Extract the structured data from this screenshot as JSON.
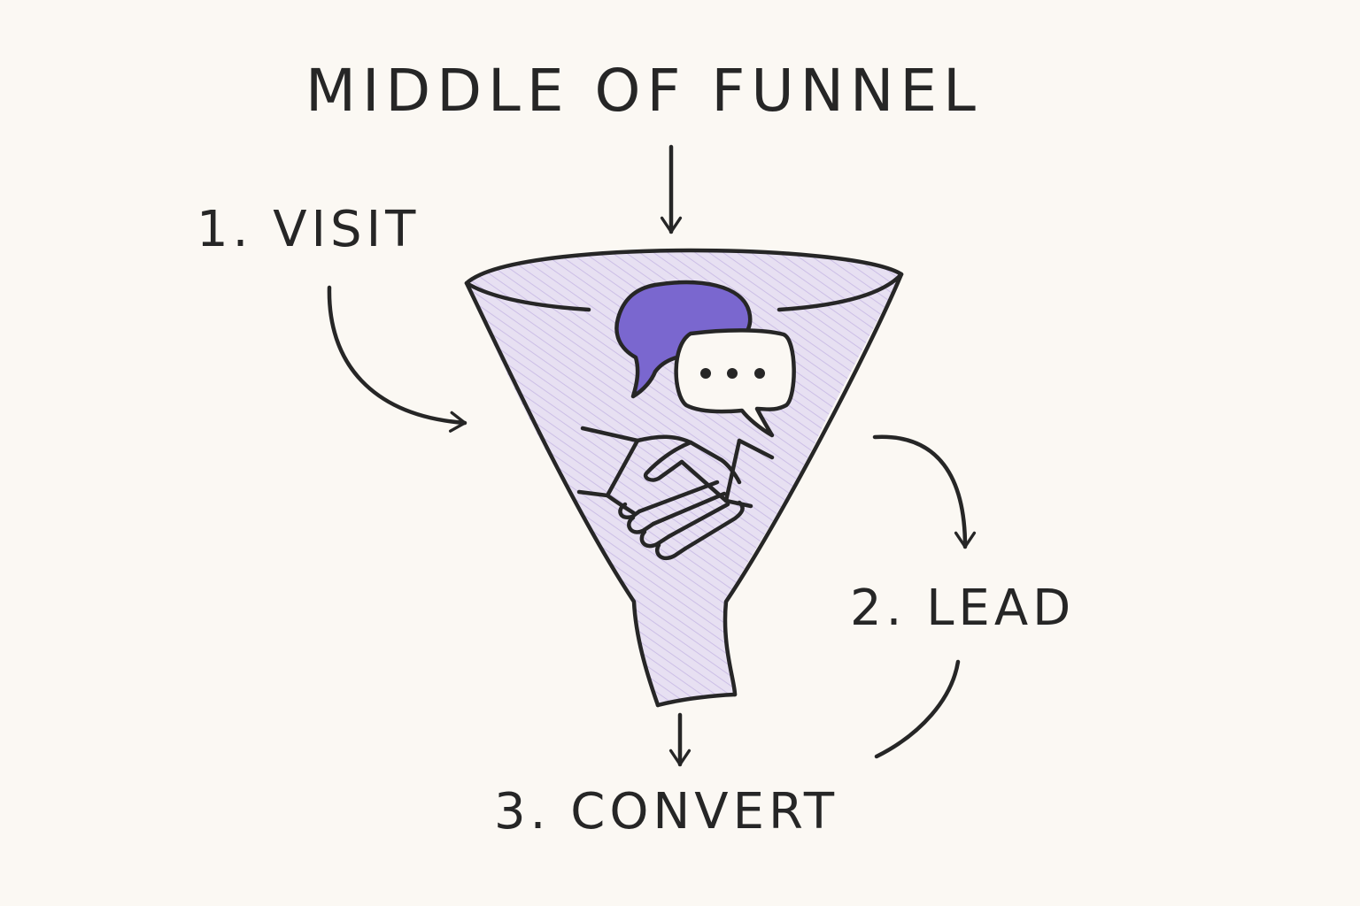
{
  "colors": {
    "background": "#fbf8f3",
    "ink": "#262626",
    "funnel_fill": "#e7e0f2",
    "funnel_hatch": "#b5a3dc",
    "bubble_fill": "#7a67cf",
    "bubble_front_fill": "#fbf8f3"
  },
  "diagram": {
    "title": "MIDDLE OF FUNNEL",
    "steps": [
      {
        "label": "1. VISIT"
      },
      {
        "label": "2. LEAD"
      },
      {
        "label": "3. CONVERT"
      }
    ],
    "icons": [
      "chat-bubbles-icon",
      "handshake-icon"
    ]
  }
}
